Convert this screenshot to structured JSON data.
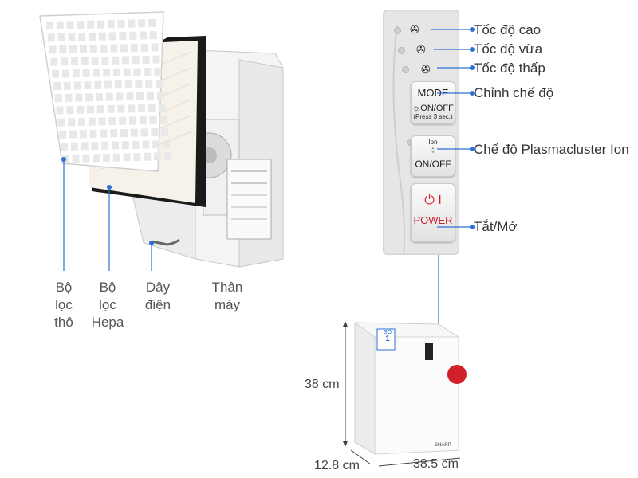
{
  "labels": {
    "pre_filter": [
      "Bộ",
      "lọc",
      "thô"
    ],
    "hepa_filter": [
      "Bộ",
      "lọc",
      "Hepa"
    ],
    "power_cord": [
      "Dây",
      "điện"
    ],
    "body": [
      "Thân",
      "máy"
    ]
  },
  "controls": {
    "speed_high": "Tốc độ cao",
    "speed_medium": "Tốc độ vừa",
    "speed_low": "Tốc độ thấp",
    "mode_desc": "Chỉnh chế độ",
    "plasma_desc": "Chế độ Plasmacluster Ion",
    "power_desc": "Tắt/Mở"
  },
  "panel": {
    "mode_label": "MODE",
    "onoff_label": "ON/OFF",
    "press_note": "(Press 3 sec.)",
    "ion_label": "Ion",
    "ion_onoff_label": "ON/OFF",
    "power_label": "POWER",
    "power_symbol": "⏻ I"
  },
  "dimensions": {
    "height": "38 cm",
    "depth": "12.8 cm",
    "width": "38.5 cm"
  },
  "device_text": {
    "badge_top": "SỐ",
    "badge_num": "1",
    "brand": "SHARP"
  },
  "colors": {
    "connector_blue": "#2e6fd8",
    "power_red": "#d0202a",
    "panel_gray": "#e8e8e8"
  }
}
